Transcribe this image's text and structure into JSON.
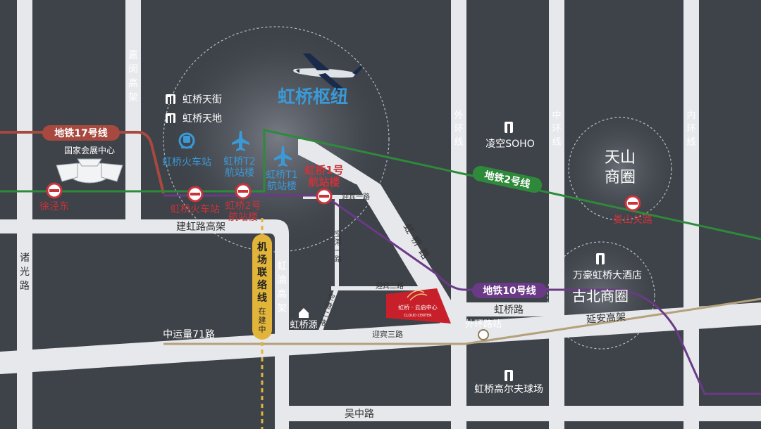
{
  "colors": {
    "background": "#3e4249",
    "road": "#e6e8ec",
    "line17": "#a7493f",
    "line2": "#2e8a3a",
    "line10": "#6a3a86",
    "airport_line": "#e2b53a",
    "metro_red": "#c9343a",
    "hub_blue": "#3a9ad8",
    "tram": "#b4a07a",
    "cloud_center": "#c8202a"
  },
  "hub": {
    "title": "虹桥枢纽"
  },
  "districts": {
    "tianshan": [
      "天山",
      "商圈"
    ],
    "gubei": "古北商圈"
  },
  "metro_lines": {
    "line17": "地铁17号线",
    "line2": "地铁2号线",
    "line10": "地铁10号线"
  },
  "stations": {
    "xujingdong": "徐泾东",
    "hongqiao_railway": "虹桥火车站",
    "t2": [
      "虹桥2号",
      "航站楼"
    ],
    "t1": [
      "虹桥1号",
      "航站楼"
    ],
    "loushanguan": "娄山关路",
    "outer_ring_road_station": "外环路站"
  },
  "transport_hubs": {
    "railway": "虹桥火车站",
    "t2": [
      "虹桥T2",
      "航站楼"
    ],
    "t1": [
      "虹桥T1",
      "航站楼"
    ]
  },
  "landmarks": {
    "tianjie": "虹桥天街",
    "tiandi": "虹桥天地",
    "expo": "国家会展中心",
    "soho": "凌空SOHO",
    "marriott": "万豪虹桥大酒店",
    "hongqiaoyuan": "虹桥源",
    "golf": "虹桥高尔夫球场"
  },
  "roads": {
    "jiamin": [
      "嘉",
      "闵",
      "高",
      "架"
    ],
    "zhuguang": [
      "诸",
      "光",
      "路"
    ],
    "outer_ring": [
      "外",
      "环",
      "线"
    ],
    "middle_ring": [
      "中",
      "环",
      "线"
    ],
    "inner_ring": [
      "内",
      "环",
      "线"
    ],
    "jianhong": "建虹路高架",
    "hongyu": [
      "虹",
      "渝",
      "高",
      "架"
    ],
    "airport_link": [
      "机",
      "场",
      "联",
      "络",
      "线"
    ],
    "airport_link_status": [
      "在",
      "建",
      "中"
    ],
    "hongqiao_rd_diag": [
      "虹",
      "桥",
      "路"
    ],
    "hongqiao_rd": "虹桥路",
    "yingbin1": "迎宾一路",
    "yingbin2": "迎宾二路",
    "yingbin3": "迎宾三路",
    "konggang1": [
      "空",
      "港",
      "一",
      "路"
    ],
    "konggang2": [
      "空",
      "港",
      "二",
      "路"
    ],
    "yanan": "延安高架",
    "zhongyunliang": "中运量71路",
    "wuzhong": "吴中路"
  },
  "project": {
    "name": "虹桥 · 云启中心",
    "name_en": "CLOUD CENTER"
  }
}
